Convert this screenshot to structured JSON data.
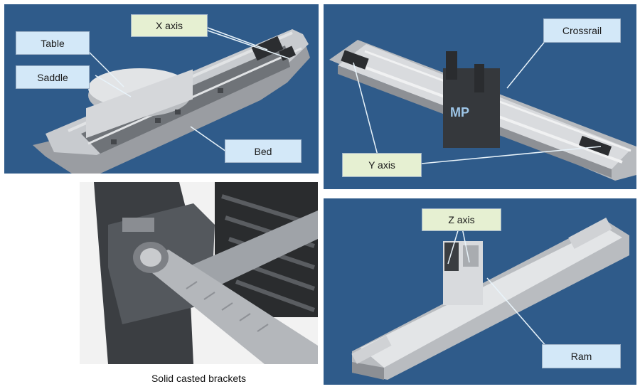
{
  "panels": {
    "top_left": {
      "labels": {
        "table": "Table",
        "saddle": "Saddle",
        "x_axis": "X axis",
        "bed": "Bed"
      }
    },
    "top_right": {
      "labels": {
        "crossrail": "Crossrail",
        "y_axis": "Y axis"
      },
      "logo_text": "MP"
    },
    "bottom_right": {
      "labels": {
        "z_axis": "Z axis",
        "ram": "Ram"
      }
    },
    "photo": {
      "caption": "Solid casted brackets"
    }
  },
  "colors": {
    "panel_background": "#2f5b8a",
    "callout_blue": "#d3e8f8",
    "callout_green": "#e6f0d2",
    "leader_line": "#e8f3fa"
  }
}
